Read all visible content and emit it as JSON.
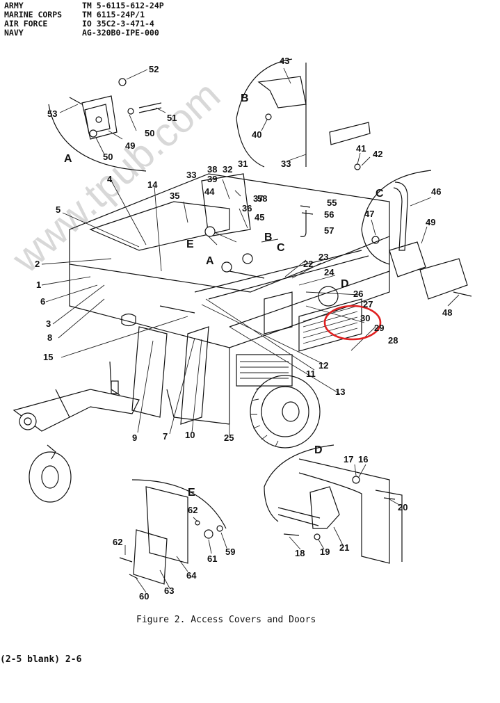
{
  "header": {
    "rows": [
      {
        "service": "ARMY",
        "number": "TM 5-6115-612-24P"
      },
      {
        "service": "MARINE CORPS",
        "number": "TM 6115-24P/1"
      },
      {
        "service": "AIR FORCE",
        "number": "IO 35C2-3-471-4"
      },
      {
        "service": "NAVY",
        "number": "AG-320B0-IPE-000"
      }
    ]
  },
  "watermark": "www.tpub.com",
  "views": {
    "a": "A",
    "b": "B",
    "c": "C",
    "d": "D",
    "e": "E"
  },
  "callouts": {
    "n1": "1",
    "n2": "2",
    "n3": "3",
    "n4": "4",
    "n5": "5",
    "n6": "6",
    "n7": "7",
    "n8": "8",
    "n9": "9",
    "n10": "10",
    "n11": "11",
    "n12": "12",
    "n13": "13",
    "n14": "14",
    "n15": "15",
    "n16": "16",
    "n17": "17",
    "n18": "18",
    "n19": "19",
    "n20": "20",
    "n21": "21",
    "n22": "22",
    "n23": "23",
    "n24": "24",
    "n25": "25",
    "n26": "26",
    "n27": "27",
    "n28": "28",
    "n29": "29",
    "n30": "30",
    "n31": "31",
    "n32": "32",
    "n33": "33",
    "n35": "35",
    "n36": "36",
    "n37": "37",
    "n38": "38",
    "n39": "39",
    "n40": "40",
    "n41": "41",
    "n42": "42",
    "n43": "43",
    "n44": "44",
    "n45": "45",
    "n46": "46",
    "n47": "47",
    "n48": "48",
    "n49": "49",
    "n50": "50",
    "n51": "51",
    "n52": "52",
    "n53": "53",
    "n55": "55",
    "n56": "56",
    "n57": "57",
    "n58": "58",
    "n59": "59",
    "n60": "60",
    "n61": "61",
    "n62": "62",
    "n63": "63",
    "n64": "64"
  },
  "markers": {
    "a": "A",
    "b": "B",
    "c": "C",
    "d": "D",
    "e": "E"
  },
  "caption": "Figure 2.  Access Covers and Doors",
  "page_footer": "(2-5 blank) 2-6",
  "highlight_color": "#e02020"
}
